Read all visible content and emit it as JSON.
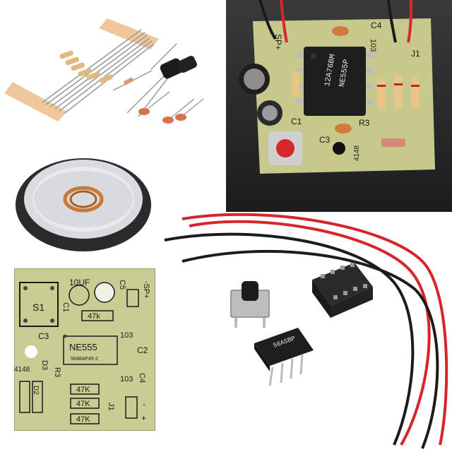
{
  "photo": {
    "ic_line1": "12A76BM",
    "ic_line2": "NE555P",
    "labels": [
      "SP+",
      "C4",
      "103",
      "J1",
      "C1",
      "R3",
      "C3",
      "4148"
    ]
  },
  "pcb": {
    "cap_value": "10UF",
    "sp_label": "-SP+",
    "switch": "S1",
    "c1": "C1",
    "c5": "C5",
    "r47k": "47k",
    "c3": "C3",
    "ic": "NE555",
    "ic_sub": "5648AP45-2",
    "cap103a": "103",
    "c2": "C2",
    "q": "D3",
    "diode_val": "4148",
    "r3": "R3",
    "cap103b": "103",
    "c4": "C4",
    "d": "D2",
    "r47kb": "47K",
    "r47kc": "47K",
    "r47kd": "47K",
    "j1": "J1",
    "minus": "-",
    "plus": "+"
  },
  "loose_ic": "56A5BP"
}
